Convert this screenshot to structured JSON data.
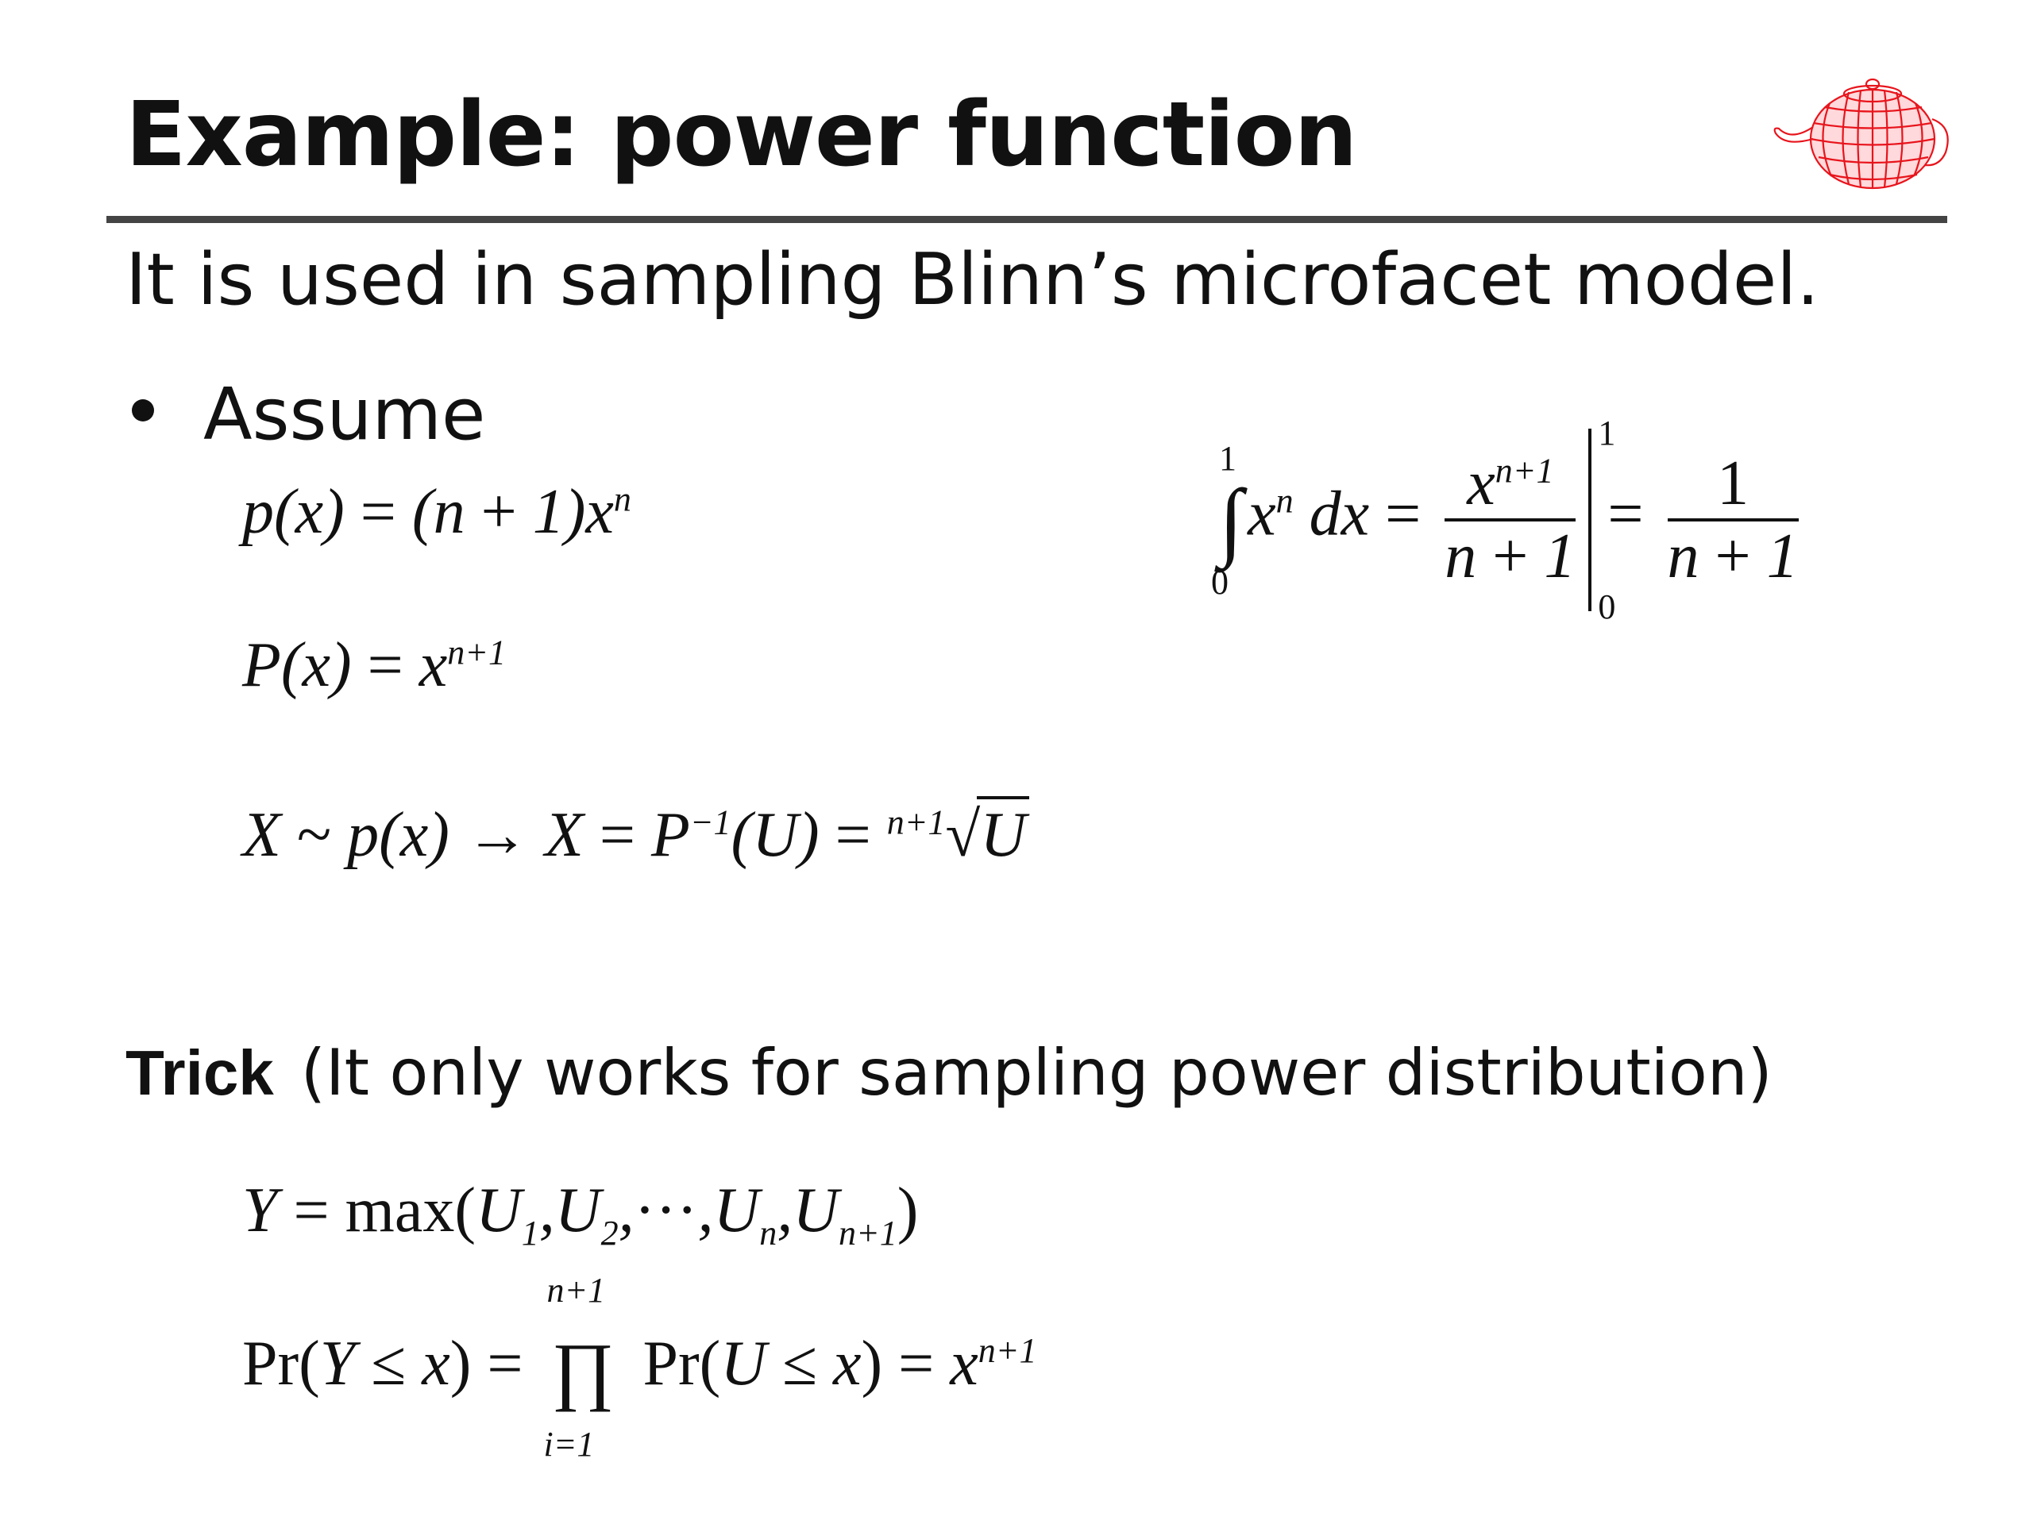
{
  "slide": {
    "title": "Example: power function",
    "subtitle": "It is used in sampling Blinn’s microfacet model.",
    "bullet": "Assume",
    "trick_label": "Trick",
    "trick_note": "(It only works for sampling power distribution)"
  },
  "equations": {
    "pdf": "p(x) = (n+1) x^n",
    "cdf": "P(x) = x^(n+1)",
    "inverse": "X ~ p(x) → X = P^-1(U) = (n+1)√U",
    "integral": "∫₀¹ x^n dx = x^(n+1)/(n+1) |₀¹ = 1/(n+1)",
    "max": "Y = max(U1, U2, …, Un, Un+1)",
    "prob": "Pr(Y ≤ x) = ∏(i=1..n+1) Pr(U ≤ x) = x^(n+1)"
  },
  "logo": {
    "name": "wireframe-teapot",
    "color": "#e8141c"
  }
}
